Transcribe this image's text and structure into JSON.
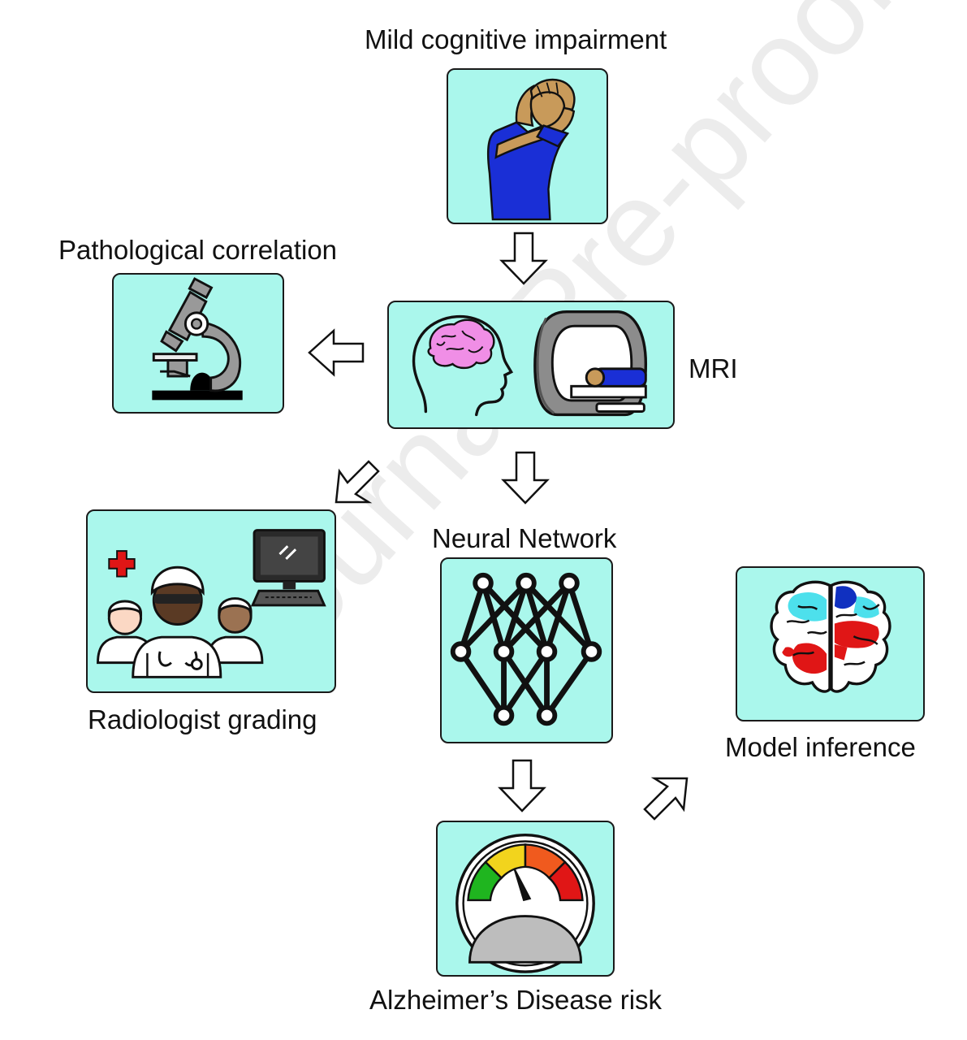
{
  "labels": {
    "mci": "Mild cognitive impairment",
    "pathology": "Pathological correlation",
    "mri": "MRI",
    "neural": "Neural Network",
    "radiologist": "Radiologist grading",
    "inference": "Model inference",
    "risk": "Alzheimer’s Disease risk"
  },
  "watermark": "Journal Pre-proof",
  "colors": {
    "panel_bg": "#aaf7ec",
    "shirt_blue": "#1a2fd6",
    "skin": "#c89a5a",
    "brain_pink": "#f08ee6",
    "gauge_green": "#1fb51f",
    "gauge_yellow": "#f2d41d",
    "gauge_orange": "#f05a1e",
    "gauge_red": "#e01616"
  },
  "icons": {
    "mci": "distressed-person-icon",
    "pathology": "microscope-icon",
    "mri": "head-and-mri-scanner-icon",
    "radiologist": "doctors-and-monitor-icon",
    "neural": "neural-network-icon",
    "inference": "brain-heatmap-icon",
    "risk": "gauge-icon"
  }
}
